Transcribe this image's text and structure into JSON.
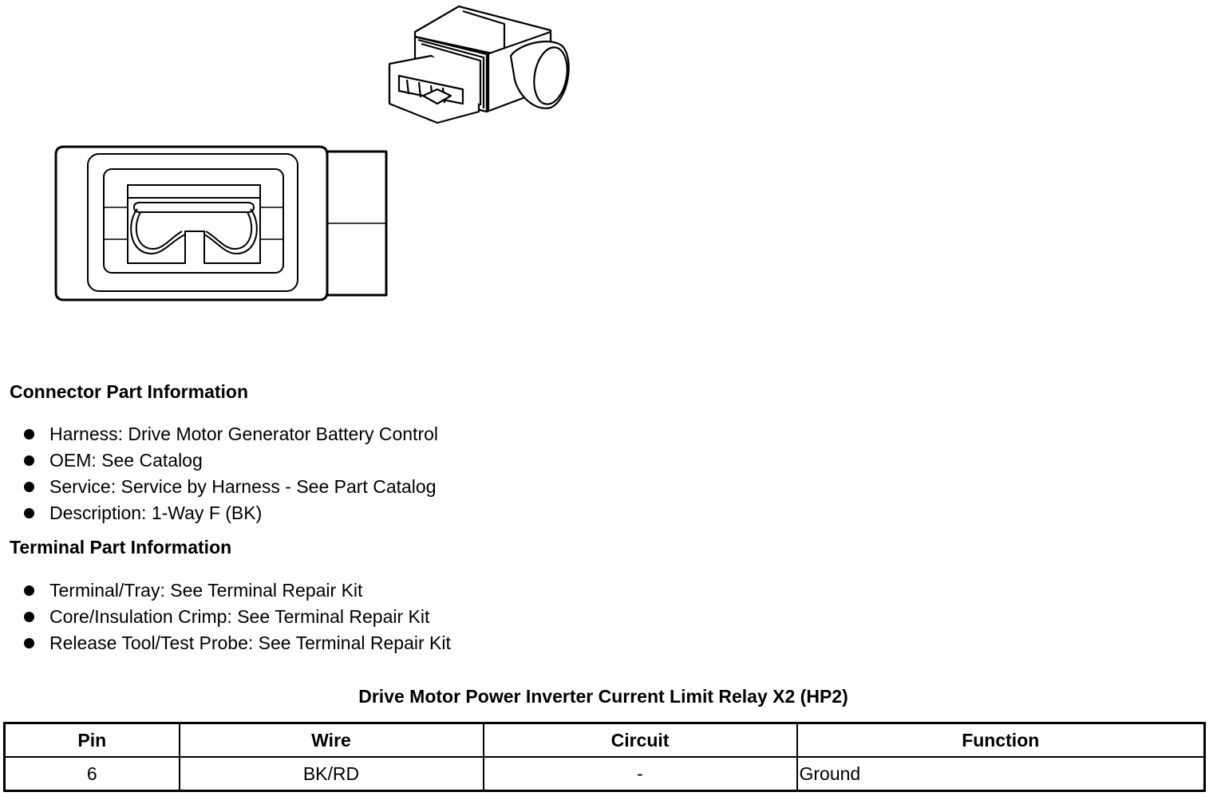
{
  "connector_section": {
    "heading": "Connector Part Information",
    "items": [
      "Harness: Drive Motor Generator Battery Control",
      "OEM: See Catalog",
      "Service: Service by Harness - See Part Catalog",
      "Description: 1-Way F (BK)"
    ]
  },
  "terminal_section": {
    "heading": "Terminal Part Information",
    "items": [
      "Terminal/Tray: See Terminal Repair Kit",
      "Core/Insulation Crimp: See Terminal Repair Kit",
      "Release Tool/Test Probe: See Terminal Repair Kit"
    ]
  },
  "pinout": {
    "title": "Drive Motor Power Inverter Current Limit Relay X2 (HP2)",
    "headers": [
      "Pin",
      "Wire",
      "Circuit",
      "Function"
    ],
    "rows": [
      [
        "6",
        "BK/RD",
        "-",
        "Ground"
      ]
    ]
  }
}
